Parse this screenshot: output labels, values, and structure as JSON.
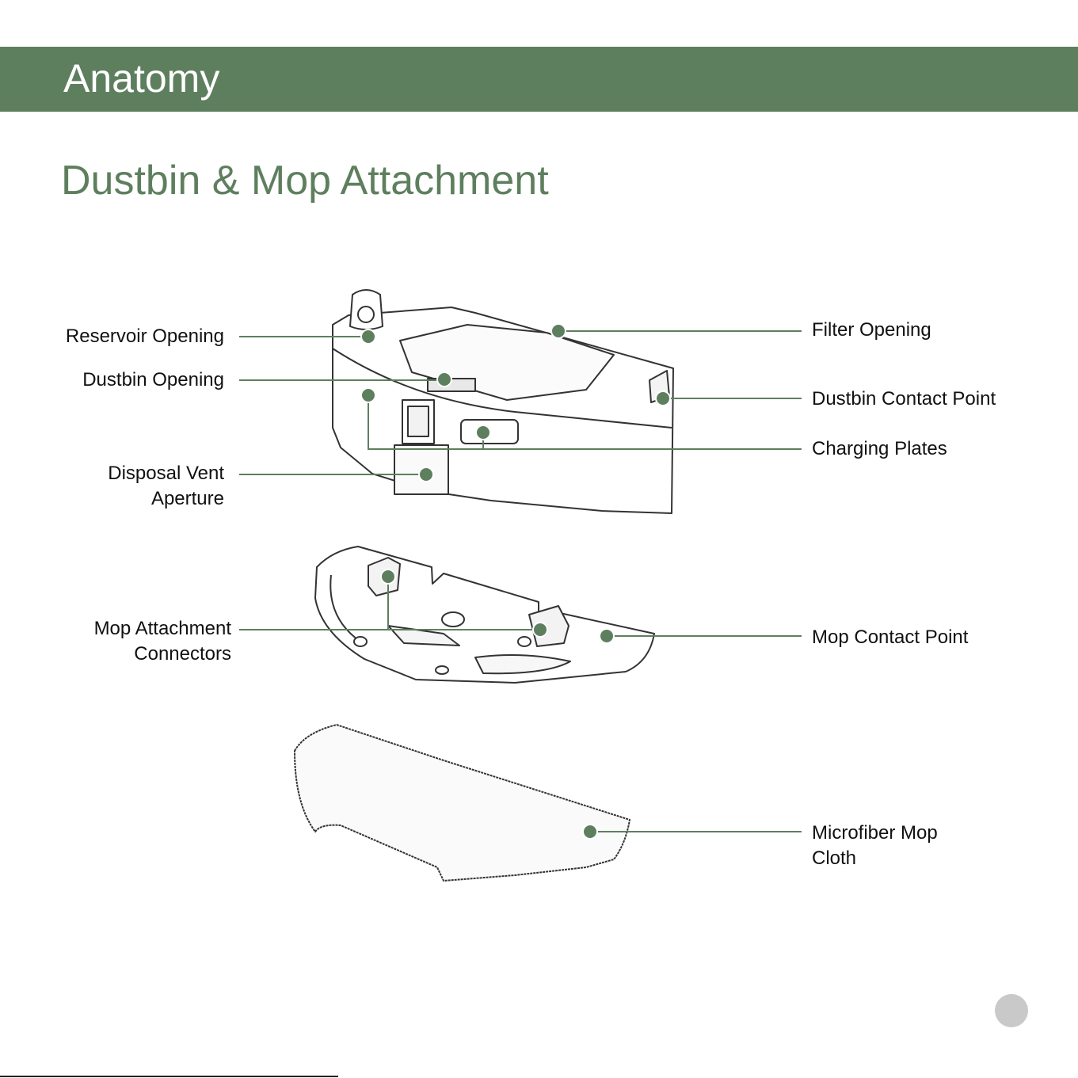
{
  "header": {
    "title": "Anatomy"
  },
  "section": {
    "title": "Dustbin & Mop Attachment"
  },
  "labels": {
    "reservoir_opening": "Reservoir Opening",
    "dustbin_opening": "Dustbin Opening",
    "disposal_vent_1": "Disposal Vent",
    "disposal_vent_2": "Aperture",
    "mop_connectors_1": "Mop Attachment",
    "mop_connectors_2": "Connectors",
    "filter_opening": "Filter Opening",
    "dustbin_contact_point": "Dustbin Contact Point",
    "charging_plates": "Charging Plates",
    "mop_contact_point": "Mop Contact Point",
    "microfiber_1": "Microfiber Mop",
    "microfiber_2": "Cloth"
  },
  "colors": {
    "accent": "#5e7f5e",
    "callout_dot": "#5e7f5e",
    "page_marker": "#c9c9c9"
  }
}
